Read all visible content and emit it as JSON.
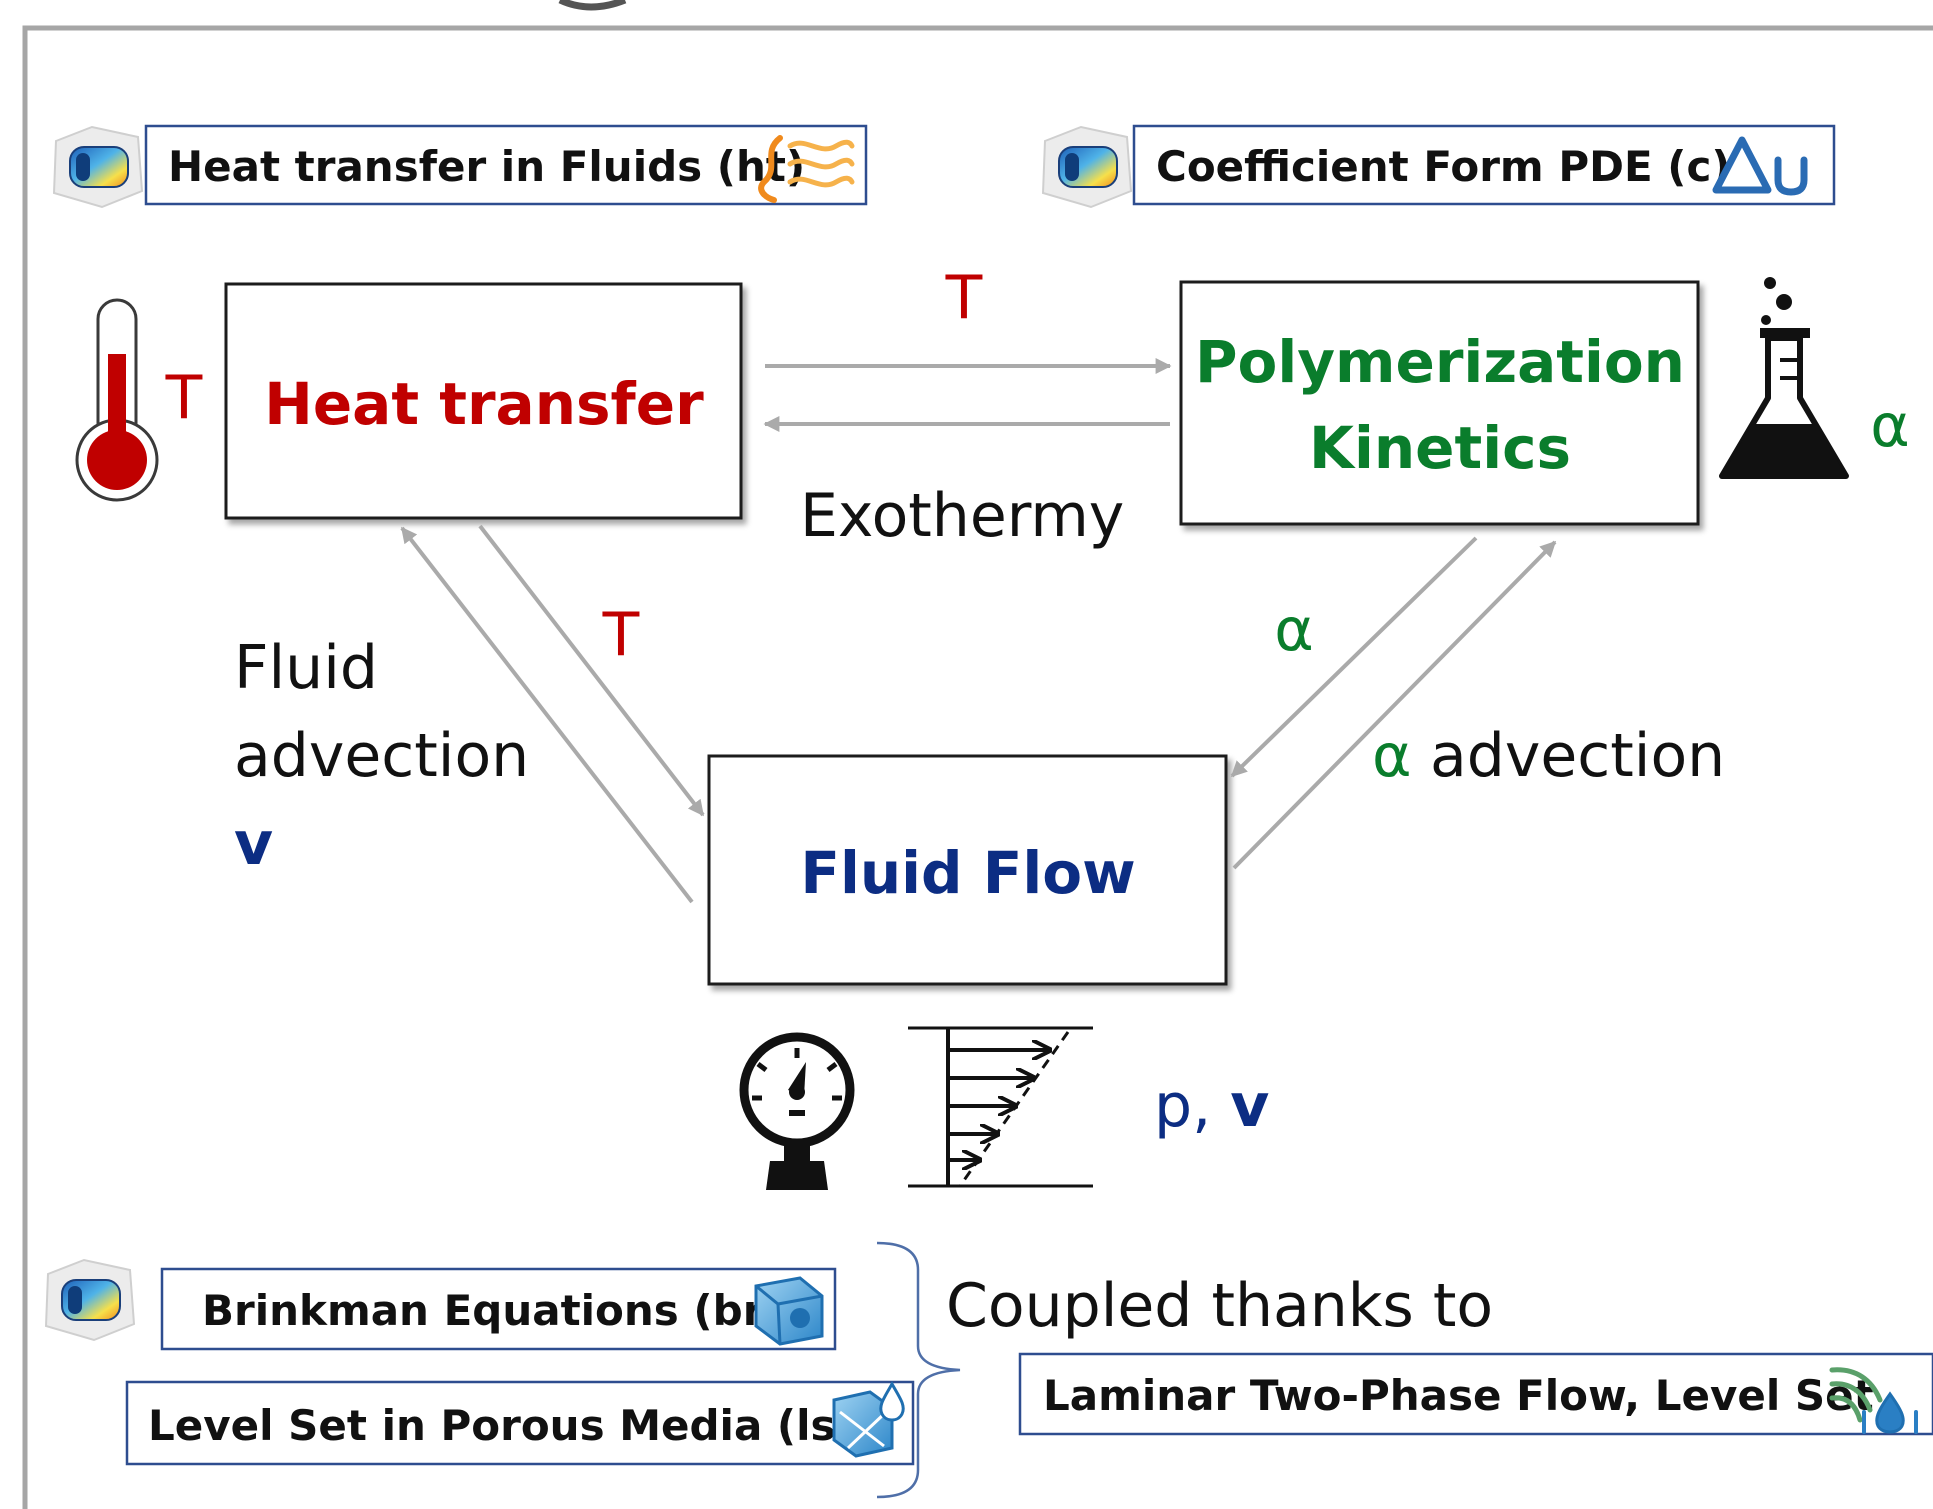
{
  "labels": {
    "heat_transfer_fluids": "Heat transfer in Fluids (ht)",
    "coefficient_form_pde": "Coefficient Form PDE (c)",
    "brinkman": "Brinkman Equations (br)",
    "level_set_porous": "Level Set in Porous Media (ls)",
    "laminar_two_phase": "Laminar Two-Phase Flow, Level Set"
  },
  "modules": {
    "heat_transfer": "Heat transfer",
    "polymerization_line1": "Polymerization",
    "polymerization_line2": "Kinetics",
    "fluid_flow": "Fluid Flow"
  },
  "couplings": {
    "t_symbol": "T",
    "alpha_symbol": "α",
    "exothermy": "Exothermy",
    "fluid_advection_line1": "Fluid",
    "fluid_advection_line2": "advection",
    "velocity_symbol": "v",
    "alpha_advection_word": "advection",
    "pressure_prefix": "p, ",
    "coupled_thanks_to": "Coupled thanks to"
  },
  "colors": {
    "heat": "#c00000",
    "polymerization": "#0a7d2c",
    "flow": "#0c2d83",
    "arrow": "#aaaaaa",
    "label_border": "#2e4d8f",
    "frame": "#a6a6a6"
  },
  "icons": [
    "comsol-logo-icon",
    "heat-waves-icon",
    "delta-u-icon",
    "brinkman-cube-icon",
    "level-set-porous-icon",
    "two-phase-flow-icon",
    "thermometer-icon",
    "flask-icon",
    "pressure-gauge-icon",
    "velocity-profile-icon",
    "curly-brace"
  ]
}
